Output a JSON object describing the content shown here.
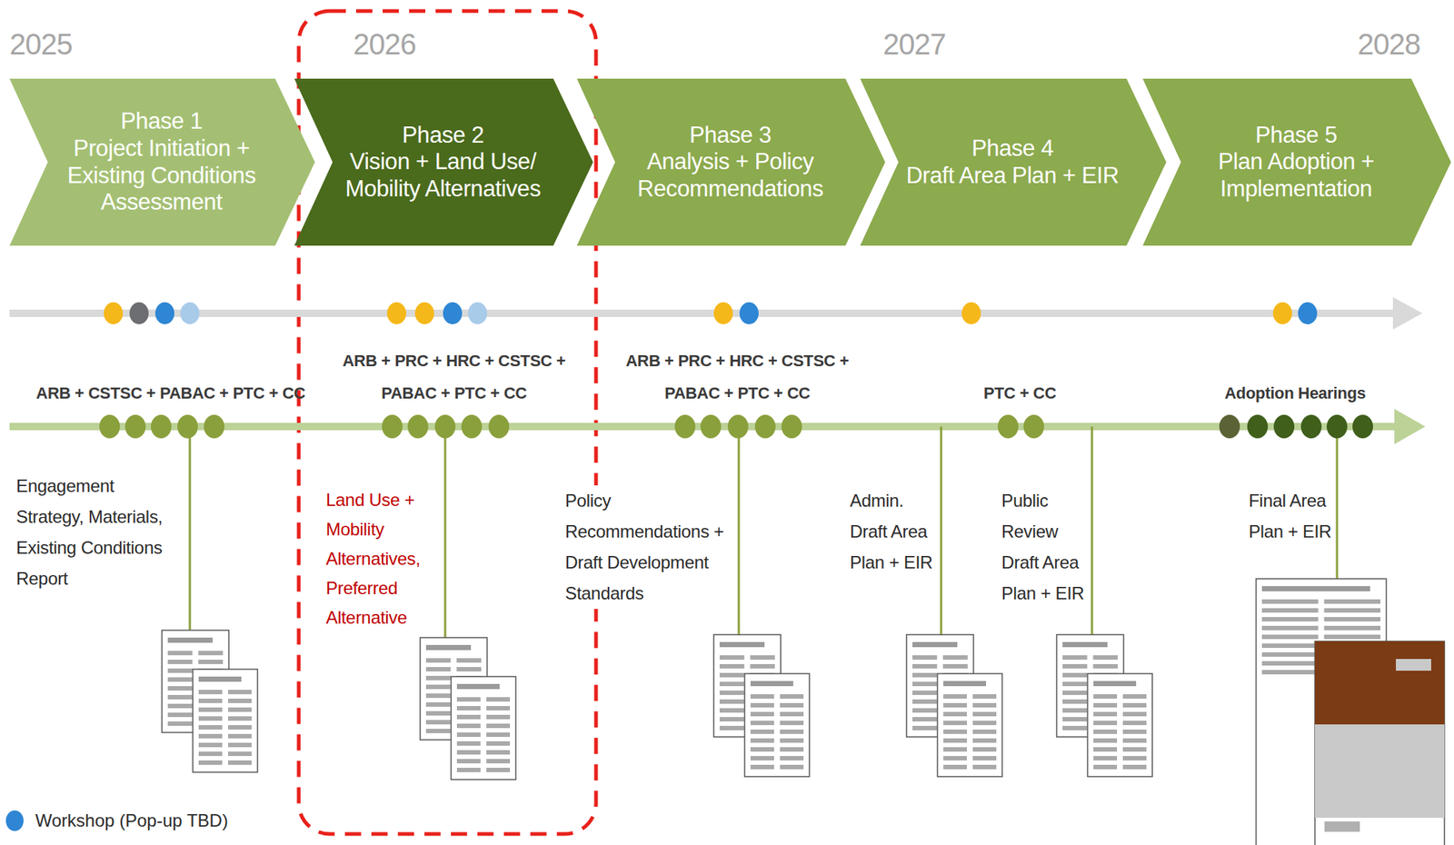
{
  "diagram": {
    "nodes": [
      {
        "text": [
          "Phase 1",
          "Project Initiation + Existing Conditions Assessment"
        ]
      },
      {
        "text": [
          "Phase 2",
          "Vision + Land Use/ Mobility Alternatives"
        ]
      },
      {
        "text": [
          "Phase 3",
          "Analysis + Policy Recommendations"
        ]
      },
      {
        "text": [
          "Phase 4",
          "Draft Area Plan + EIR"
        ]
      },
      {
        "text": [
          "Phase 5",
          "Plan Adoption + Implementation"
        ]
      }
    ],
    "labels": [
      "2025",
      "2026",
      "2027",
      "2028",
      "ARB + CSTSC + PABAC + PTC + CC",
      "ARB + PRC + HRC + CSTSC + PABAC + PTC + CC",
      "ARB + PRC + HRC + CSTSC + PABAC + PTC + CC",
      "PTC + CC",
      "Adoption Hearings",
      "Engagement Strategy, Materials, Existing Conditions Report",
      "Land Use + Mobility Alternatives, Preferred Alternative",
      "Policy Recommendations + Draft Development Standards",
      "Admin. Draft Area Plan + EIR",
      "Public Review Draft Area Plan + EIR",
      "Final Area Plan + EIR"
    ],
    "legend": [
      {
        "text": "Workshop (Pop-up TBD)",
        "color": "#2e86d4"
      }
    ]
  }
}
